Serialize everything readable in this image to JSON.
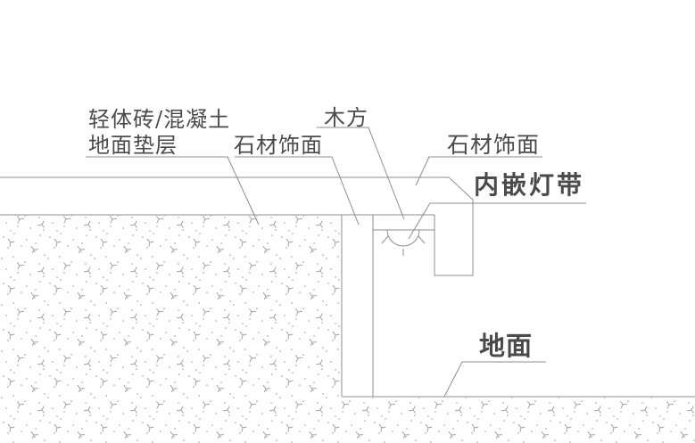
{
  "diagram": {
    "kind": "construction-detail-section",
    "labels": {
      "cushion_line1": "轻体砖/混凝土",
      "cushion_line2": "地面垫层",
      "stone_veneer_left": "石材饰面",
      "wood_block": "木方",
      "stone_veneer_right": "石材饰面",
      "embedded_light_strip": "内嵌灯带",
      "ground": "地面"
    },
    "icons": {
      "lamp": "recessed-light-symbol"
    },
    "colors": {
      "background": "#ffffff",
      "line": "#8e8e8e",
      "text": "#4a4a4a",
      "stipple": "#9a9a9a"
    }
  }
}
